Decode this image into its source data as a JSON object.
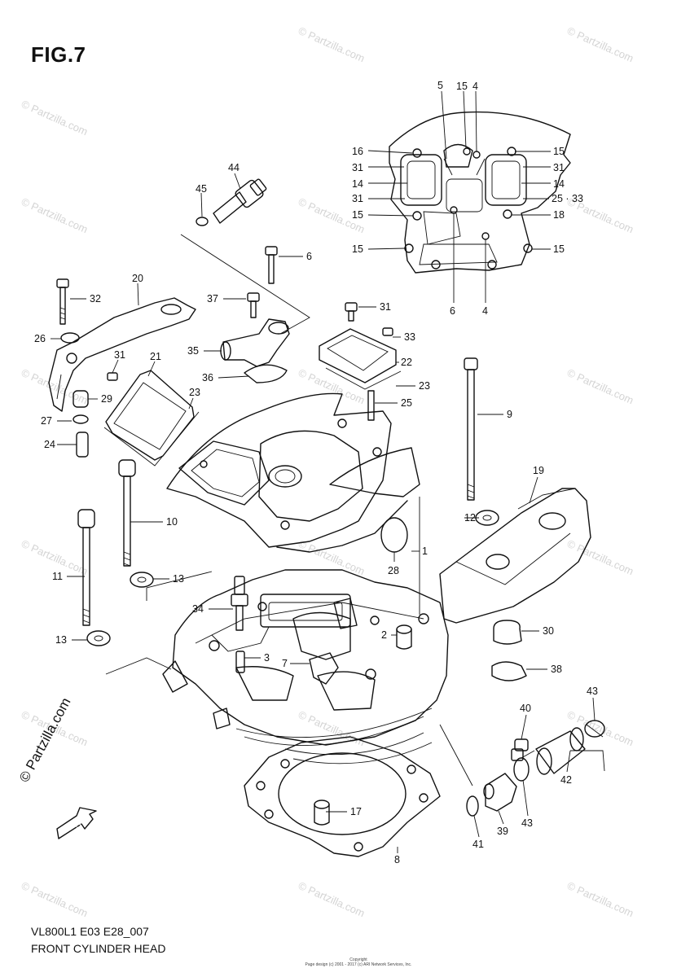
{
  "figure": {
    "title": "FIG.7",
    "model_code": "VL800L1 E03 E28_007",
    "caption": "FRONT CYLINDER HEAD"
  },
  "branding": {
    "vertical_copyright": "© Partzilla.com",
    "watermark": "© Partzilla.com",
    "small_copyright": "Copyright\nPage design (c) 2001 - 2017 (c) ARI Network Services, Inc."
  },
  "callouts": [
    {
      "id": "c1",
      "label": "5"
    },
    {
      "id": "c2",
      "label": "15"
    },
    {
      "id": "c3",
      "label": "4"
    },
    {
      "id": "c4",
      "label": "16"
    },
    {
      "id": "c5",
      "label": "15"
    },
    {
      "id": "c6",
      "label": "31"
    },
    {
      "id": "c7",
      "label": "31"
    },
    {
      "id": "c8",
      "label": "14"
    },
    {
      "id": "c9",
      "label": "14"
    },
    {
      "id": "c10",
      "label": "31"
    },
    {
      "id": "c11",
      "label": "25 · 33"
    },
    {
      "id": "c12",
      "label": "15"
    },
    {
      "id": "c13",
      "label": "18"
    },
    {
      "id": "c14",
      "label": "15"
    },
    {
      "id": "c15",
      "label": "15"
    },
    {
      "id": "c16",
      "label": "6"
    },
    {
      "id": "c17",
      "label": "4"
    },
    {
      "id": "c18",
      "label": "44"
    },
    {
      "id": "c19",
      "label": "45"
    },
    {
      "id": "c20",
      "label": "6"
    },
    {
      "id": "c21",
      "label": "20"
    },
    {
      "id": "c22",
      "label": "32"
    },
    {
      "id": "c23",
      "label": "37"
    },
    {
      "id": "c24",
      "label": "31"
    },
    {
      "id": "c25",
      "label": "26"
    },
    {
      "id": "c26",
      "label": "35"
    },
    {
      "id": "c27",
      "label": "31"
    },
    {
      "id": "c28",
      "label": "21"
    },
    {
      "id": "c29",
      "label": "33"
    },
    {
      "id": "c30",
      "label": "22"
    },
    {
      "id": "c31",
      "label": "36"
    },
    {
      "id": "c32",
      "label": "23"
    },
    {
      "id": "c33",
      "label": "23"
    },
    {
      "id": "c34",
      "label": "29"
    },
    {
      "id": "c35",
      "label": "25"
    },
    {
      "id": "c36",
      "label": "27"
    },
    {
      "id": "c37",
      "label": "24"
    },
    {
      "id": "c38",
      "label": "9"
    },
    {
      "id": "c39",
      "label": "19"
    },
    {
      "id": "c40",
      "label": "10"
    },
    {
      "id": "c41",
      "label": "12"
    },
    {
      "id": "c42",
      "label": "1"
    },
    {
      "id": "c43",
      "label": "28"
    },
    {
      "id": "c44",
      "label": "11"
    },
    {
      "id": "c45",
      "label": "13"
    },
    {
      "id": "c46",
      "label": "34"
    },
    {
      "id": "c47",
      "label": "2"
    },
    {
      "id": "c48",
      "label": "30"
    },
    {
      "id": "c49",
      "label": "13"
    },
    {
      "id": "c50",
      "label": "3"
    },
    {
      "id": "c51",
      "label": "7"
    },
    {
      "id": "c52",
      "label": "38"
    },
    {
      "id": "c53",
      "label": "43"
    },
    {
      "id": "c54",
      "label": "40"
    },
    {
      "id": "c55",
      "label": "42"
    },
    {
      "id": "c56",
      "label": "17"
    },
    {
      "id": "c57",
      "label": "41"
    },
    {
      "id": "c58",
      "label": "39"
    },
    {
      "id": "c59",
      "label": "43"
    },
    {
      "id": "c60",
      "label": "8"
    }
  ],
  "fwd_arrow": {
    "label": "FWD"
  }
}
